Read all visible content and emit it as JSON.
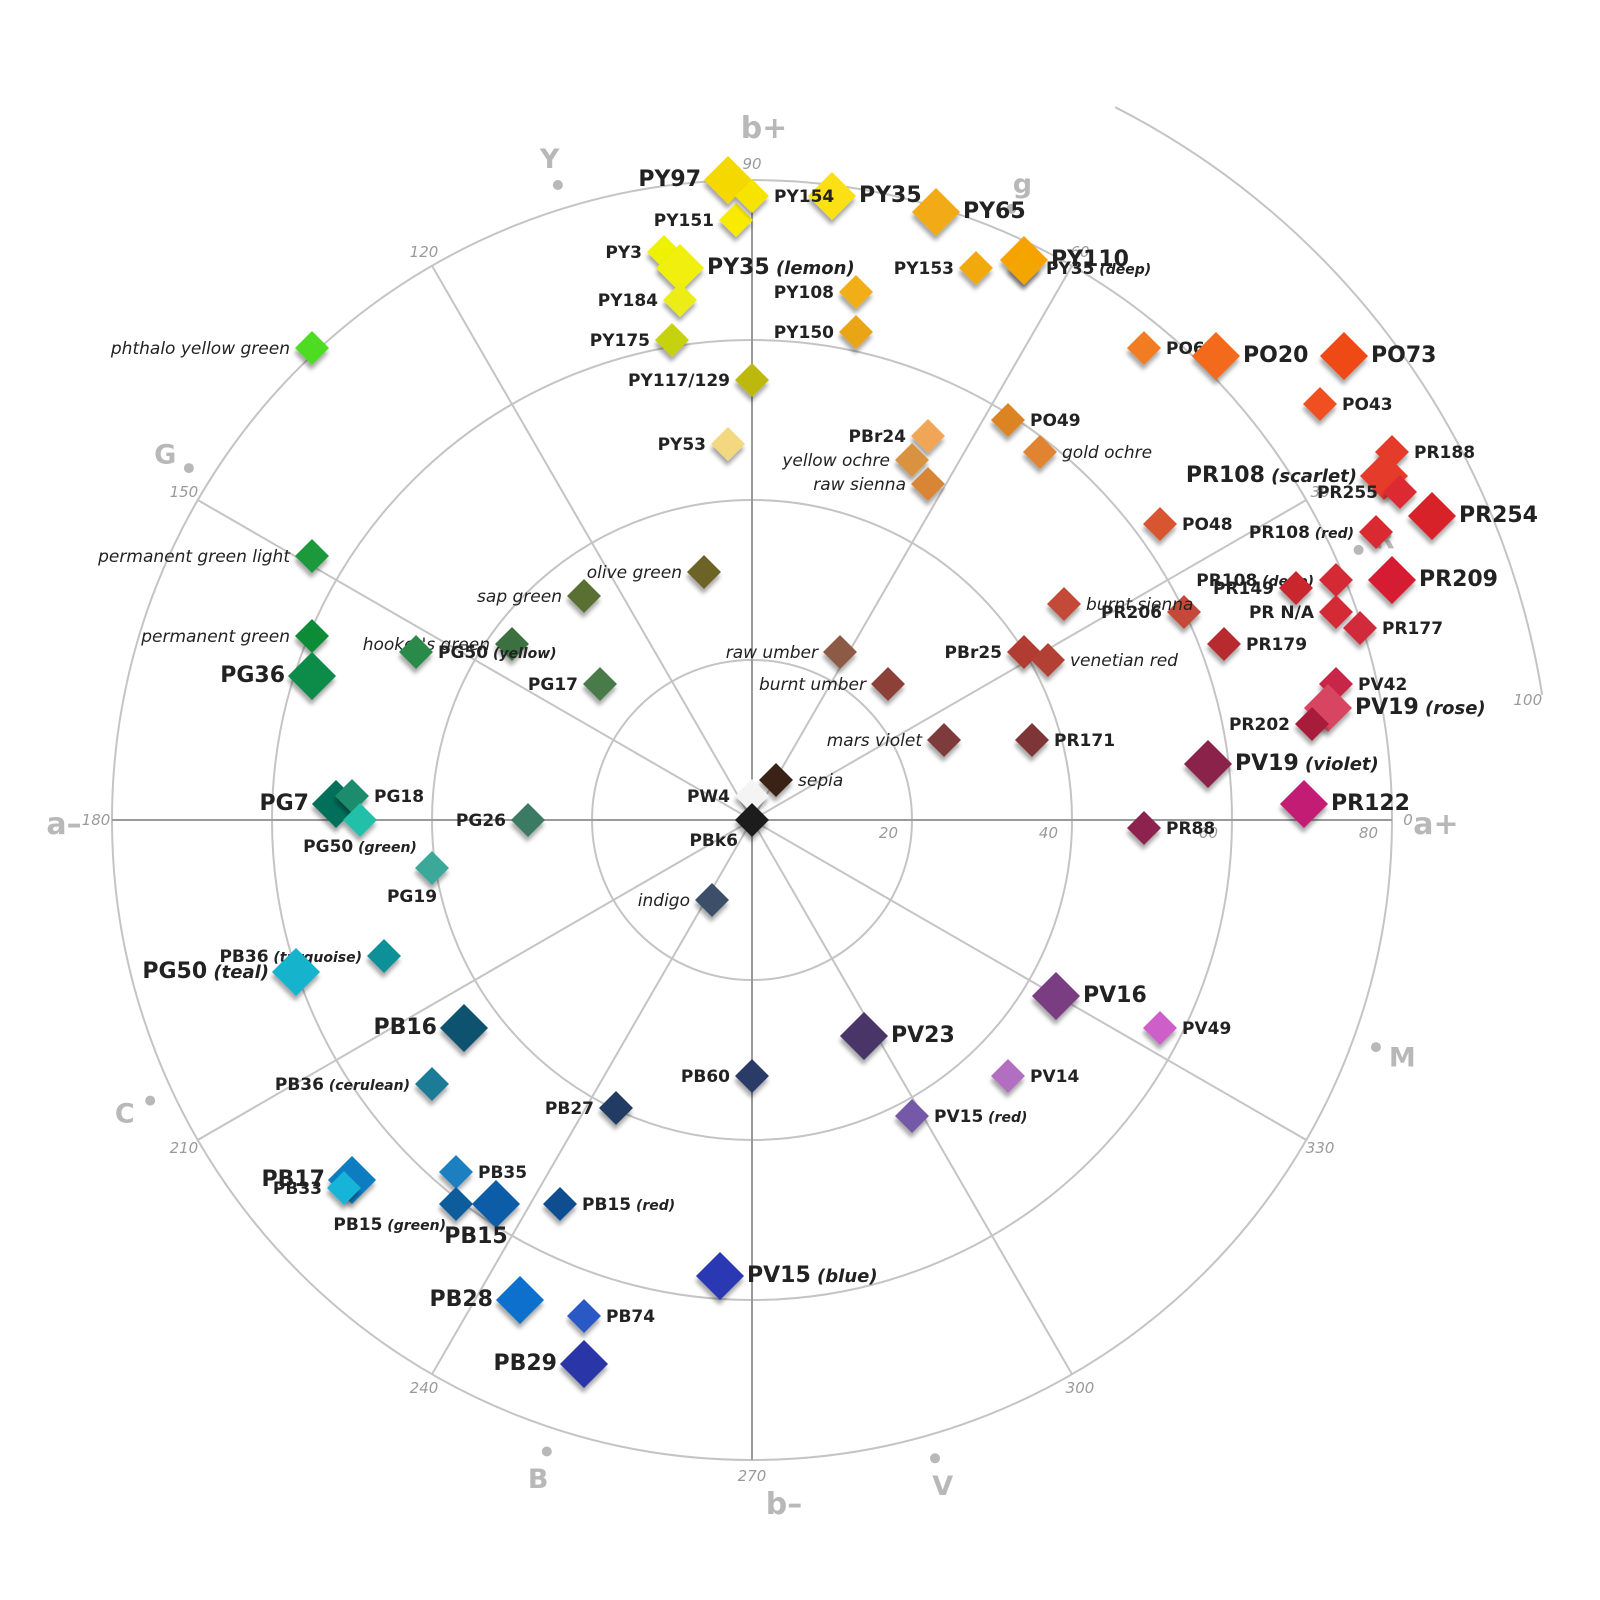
{
  "chart_data": {
    "type": "scatter",
    "coordinate_system": "polar",
    "radial_ticks": [
      20,
      40,
      60,
      80,
      100
    ],
    "angle_ticks": [
      0,
      30,
      60,
      90,
      120,
      150,
      180,
      210,
      240,
      270,
      300,
      330
    ],
    "axis_labels": {
      "a_plus": "a+",
      "a_minus": "a–",
      "b_plus": "b+",
      "b_minus": "b–"
    },
    "hue_markers": [
      {
        "label": "R",
        "angle": 24
      },
      {
        "label": "g",
        "angle": 67
      },
      {
        "label": "Y",
        "angle": 107
      },
      {
        "label": "G",
        "angle": 148
      },
      {
        "label": "C",
        "angle": 205
      },
      {
        "label": "B",
        "angle": 252
      },
      {
        "label": "V",
        "angle": 286
      },
      {
        "label": "M",
        "angle": 340
      }
    ],
    "points": [
      {
        "label": "PY97",
        "a": -3,
        "b": 80,
        "color": "#f5d800",
        "size": "large"
      },
      {
        "label": "PY35",
        "a": 10,
        "b": 78,
        "color": "#fbe012",
        "size": "large"
      },
      {
        "label": "PY65",
        "a": 23,
        "b": 76,
        "color": "#f2ab16",
        "size": "large"
      },
      {
        "label": "PY151",
        "a": -2,
        "b": 75,
        "color": "#f8ea00",
        "size": "small"
      },
      {
        "label": "PY154",
        "a": 0,
        "b": 78,
        "color": "#f7e300",
        "size": "small"
      },
      {
        "label": "PY3",
        "a": -11,
        "b": 71,
        "color": "#eef200",
        "size": "small"
      },
      {
        "label": "PY35",
        "qualifier": "(lemon)",
        "a": -9,
        "b": 69,
        "color": "#f0ef0c",
        "size": "large"
      },
      {
        "label": "PY184",
        "a": -9,
        "b": 65,
        "color": "#eced13",
        "size": "small"
      },
      {
        "label": "PY175",
        "a": -10,
        "b": 60,
        "color": "#c6d20e",
        "size": "small"
      },
      {
        "label": "PY117/129",
        "a": 0,
        "b": 55,
        "color": "#bdb808",
        "size": "small"
      },
      {
        "label": "PY53",
        "a": -3,
        "b": 47,
        "color": "#f4d880",
        "size": "small"
      },
      {
        "label": "PY108",
        "a": 13,
        "b": 66,
        "color": "#f1ae14",
        "size": "small"
      },
      {
        "label": "PY150",
        "a": 13,
        "b": 61,
        "color": "#e9a512",
        "size": "small"
      },
      {
        "label": "PY153",
        "a": 28,
        "b": 69,
        "color": "#f1a90f",
        "size": "small"
      },
      {
        "label": "PY110",
        "a": 34,
        "b": 70,
        "color": "#f6a300",
        "size": "large"
      },
      {
        "label": "PY35",
        "qualifier": "(deep)",
        "a": 34,
        "b": 69,
        "color": "#f4a600",
        "size": "small"
      },
      {
        "label": "PO62",
        "a": 49,
        "b": 59,
        "color": "#f27c22",
        "size": "small"
      },
      {
        "label": "PO20",
        "a": 58,
        "b": 58,
        "color": "#f46a1d",
        "size": "large"
      },
      {
        "label": "PO73",
        "a": 74,
        "b": 58,
        "color": "#ef4a16",
        "size": "large"
      },
      {
        "label": "PO43",
        "a": 71,
        "b": 52,
        "color": "#f05022",
        "size": "small"
      },
      {
        "label": "PO49",
        "a": 32,
        "b": 50,
        "color": "#dd8422",
        "size": "small"
      },
      {
        "label": "PBr24",
        "a": 22,
        "b": 48,
        "color": "#f0a656",
        "size": "small"
      },
      {
        "label": "gold ochre",
        "a": 36,
        "b": 46,
        "color": "#e08432",
        "size": "small"
      },
      {
        "label": "yellow ochre",
        "a": 20,
        "b": 45,
        "color": "#d99340",
        "size": "small"
      },
      {
        "label": "raw sienna",
        "a": 22,
        "b": 42,
        "color": "#d88636",
        "size": "small"
      },
      {
        "label": "PO48",
        "a": 51,
        "b": 37,
        "color": "#d85433",
        "size": "small"
      },
      {
        "label": "PR188",
        "a": 80,
        "b": 46,
        "color": "#e43b2a",
        "size": "small"
      },
      {
        "label": "PR108",
        "qualifier": "(scarlet)",
        "a": 79,
        "b": 43,
        "color": "#e53a2c",
        "size": "large"
      },
      {
        "label": "PR255",
        "a": 81,
        "b": 41,
        "color": "#dd2c30",
        "size": "small"
      },
      {
        "label": "PR254",
        "a": 85,
        "b": 38,
        "color": "#d8222c",
        "size": "large"
      },
      {
        "label": "PR108",
        "qualifier": "(red)",
        "a": 78,
        "b": 36,
        "color": "#d92a32",
        "size": "small"
      },
      {
        "label": "PR108",
        "qualifier": "(deep)",
        "a": 73,
        "b": 30,
        "color": "#d42a34",
        "size": "small"
      },
      {
        "label": "PR209",
        "a": 80,
        "b": 30,
        "color": "#d61e30",
        "size": "large"
      },
      {
        "label": "PR149",
        "a": 68,
        "b": 29,
        "color": "#c9282e",
        "size": "small"
      },
      {
        "label": "PR N/A",
        "a": 73,
        "b": 26,
        "color": "#d42a36",
        "size": "small"
      },
      {
        "label": "PR177",
        "a": 76,
        "b": 24,
        "color": "#d02a3a",
        "size": "small"
      },
      {
        "label": "PR206",
        "a": 54,
        "b": 26,
        "color": "#c54a38",
        "size": "small"
      },
      {
        "label": "PR179",
        "a": 59,
        "b": 22,
        "color": "#b72a2e",
        "size": "small"
      },
      {
        "label": "burnt sienna",
        "a": 39,
        "b": 27,
        "color": "#c34a38",
        "size": "small"
      },
      {
        "label": "PBr25",
        "a": 34,
        "b": 21,
        "color": "#b23a32",
        "size": "small"
      },
      {
        "label": "venetian red",
        "a": 37,
        "b": 20,
        "color": "#b34036",
        "size": "small"
      },
      {
        "label": "raw umber",
        "a": 11,
        "b": 21,
        "color": "#8c5a44",
        "size": "small"
      },
      {
        "label": "burnt umber",
        "a": 17,
        "b": 17,
        "color": "#8c4038",
        "size": "small"
      },
      {
        "label": "mars violet",
        "a": 24,
        "b": 10,
        "color": "#7e3a3a",
        "size": "small"
      },
      {
        "label": "PR171",
        "a": 35,
        "b": 10,
        "color": "#7e3436",
        "size": "small"
      },
      {
        "label": "PV42",
        "a": 73,
        "b": 17,
        "color": "#c8284a",
        "size": "small"
      },
      {
        "label": "PV19",
        "qualifier": "(rose)",
        "a": 72,
        "b": 14,
        "color": "#d84560",
        "size": "large"
      },
      {
        "label": "PR202",
        "a": 70,
        "b": 12,
        "color": "#a81e3a",
        "size": "small"
      },
      {
        "label": "PV19",
        "qualifier": "(violet)",
        "a": 57,
        "b": 7,
        "color": "#8a2448",
        "size": "large"
      },
      {
        "label": "PR122",
        "a": 69,
        "b": 2,
        "color": "#c21e74",
        "size": "large"
      },
      {
        "label": "PR88",
        "a": 49,
        "b": -1,
        "color": "#8e2250",
        "size": "small"
      },
      {
        "label": "sepia",
        "a": 3,
        "b": 5,
        "color": "#3a2018",
        "size": "small"
      },
      {
        "label": "PW4",
        "a": 0,
        "b": 3,
        "color": "#f4f4f4",
        "size": "small"
      },
      {
        "label": "PBk6",
        "a": 0,
        "b": 0,
        "color": "#1e1e1e",
        "size": "small"
      },
      {
        "label": "olive green",
        "a": -6,
        "b": 31,
        "color": "#6e6428",
        "size": "small"
      },
      {
        "label": "sap green",
        "a": -21,
        "b": 28,
        "color": "#5a7032",
        "size": "small"
      },
      {
        "label": "hooker's green",
        "a": -30,
        "b": 22,
        "color": "#3e7040",
        "size": "small"
      },
      {
        "label": "PG50",
        "qualifier": "(yellow)",
        "a": -42,
        "b": 21,
        "color": "#2a8a48",
        "size": "small"
      },
      {
        "label": "PG17",
        "a": -19,
        "b": 17,
        "color": "#4a7a48",
        "size": "small"
      },
      {
        "label": "phthalo yellow green",
        "a": -55,
        "b": 59,
        "color": "#4edc20",
        "size": "small"
      },
      {
        "label": "permanent green light",
        "a": -55,
        "b": 33,
        "color": "#1c9a3a",
        "size": "small"
      },
      {
        "label": "permanent green",
        "a": -55,
        "b": 23,
        "color": "#108c38",
        "size": "small"
      },
      {
        "label": "PG36",
        "a": -55,
        "b": 18,
        "color": "#0a8c48",
        "size": "large"
      },
      {
        "label": "PG7",
        "a": -52,
        "b": 2,
        "color": "#00705a",
        "size": "large"
      },
      {
        "label": "PG18",
        "a": -50,
        "b": 3,
        "color": "#1c8c6c",
        "size": "small"
      },
      {
        "label": "PG50",
        "qualifier": "(green)",
        "a": -49,
        "b": 0,
        "color": "#20c0a8",
        "size": "small"
      },
      {
        "label": "PG26",
        "a": -28,
        "b": 0,
        "color": "#3a7a64",
        "size": "small"
      },
      {
        "label": "PG19",
        "a": -40,
        "b": -6,
        "color": "#3aa89a",
        "size": "small"
      },
      {
        "label": "indigo",
        "a": -5,
        "b": -10,
        "color": "#3a5068",
        "size": "small"
      },
      {
        "label": "PB36",
        "qualifier": "(turquoise)",
        "a": -46,
        "b": -17,
        "color": "#0e9098",
        "size": "small"
      },
      {
        "label": "PG50",
        "qualifier": "(teal)",
        "a": -57,
        "b": -19,
        "color": "#14b4cc",
        "size": "large"
      },
      {
        "label": "PB16",
        "a": -36,
        "b": -26,
        "color": "#0c5270",
        "size": "large"
      },
      {
        "label": "PB36",
        "qualifier": "(cerulean)",
        "a": -40,
        "b": -33,
        "color": "#1a7c98",
        "size": "small"
      },
      {
        "label": "PB60",
        "a": 0,
        "b": -32,
        "color": "#2a3a68",
        "size": "small"
      },
      {
        "label": "PB27",
        "a": -17,
        "b": -36,
        "color": "#243a64",
        "size": "small"
      },
      {
        "label": "PV23",
        "a": 14,
        "b": -27,
        "color": "#483468",
        "size": "large"
      },
      {
        "label": "PV16",
        "a": 38,
        "b": -22,
        "color": "#7a3e82",
        "size": "large"
      },
      {
        "label": "PV49",
        "a": 51,
        "b": -26,
        "color": "#ce5ec8",
        "size": "small"
      },
      {
        "label": "PV14",
        "a": 32,
        "b": -32,
        "color": "#b26ec0",
        "size": "small"
      },
      {
        "label": "PV15",
        "qualifier": "(red)",
        "a": 20,
        "b": -37,
        "color": "#7458a8",
        "size": "small"
      },
      {
        "label": "PB17",
        "a": -50,
        "b": -45,
        "color": "#0e7cc0",
        "size": "large"
      },
      {
        "label": "PB33",
        "a": -51,
        "b": -46,
        "color": "#14b4d8",
        "size": "small"
      },
      {
        "label": "PB35",
        "a": -37,
        "b": -44,
        "color": "#1a80c0",
        "size": "small"
      },
      {
        "label": "PB15",
        "qualifier": "(green)",
        "a": -37,
        "b": -48,
        "color": "#0c5c9c",
        "size": "small"
      },
      {
        "label": "PB15",
        "a": -32,
        "b": -48,
        "color": "#0c5ca8",
        "size": "large"
      },
      {
        "label": "PB15",
        "qualifier": "(red)",
        "a": -24,
        "b": -48,
        "color": "#0a4e90",
        "size": "small"
      },
      {
        "label": "PV15",
        "qualifier": "(blue)",
        "a": -4,
        "b": -57,
        "color": "#2a38b4",
        "size": "large"
      },
      {
        "label": "PB28",
        "a": -29,
        "b": -60,
        "color": "#0c70cc",
        "size": "large"
      },
      {
        "label": "PB74",
        "a": -21,
        "b": -62,
        "color": "#2a58c4",
        "size": "small"
      },
      {
        "label": "PB29",
        "a": -21,
        "b": -68,
        "color": "#2a36a8",
        "size": "large"
      }
    ]
  }
}
